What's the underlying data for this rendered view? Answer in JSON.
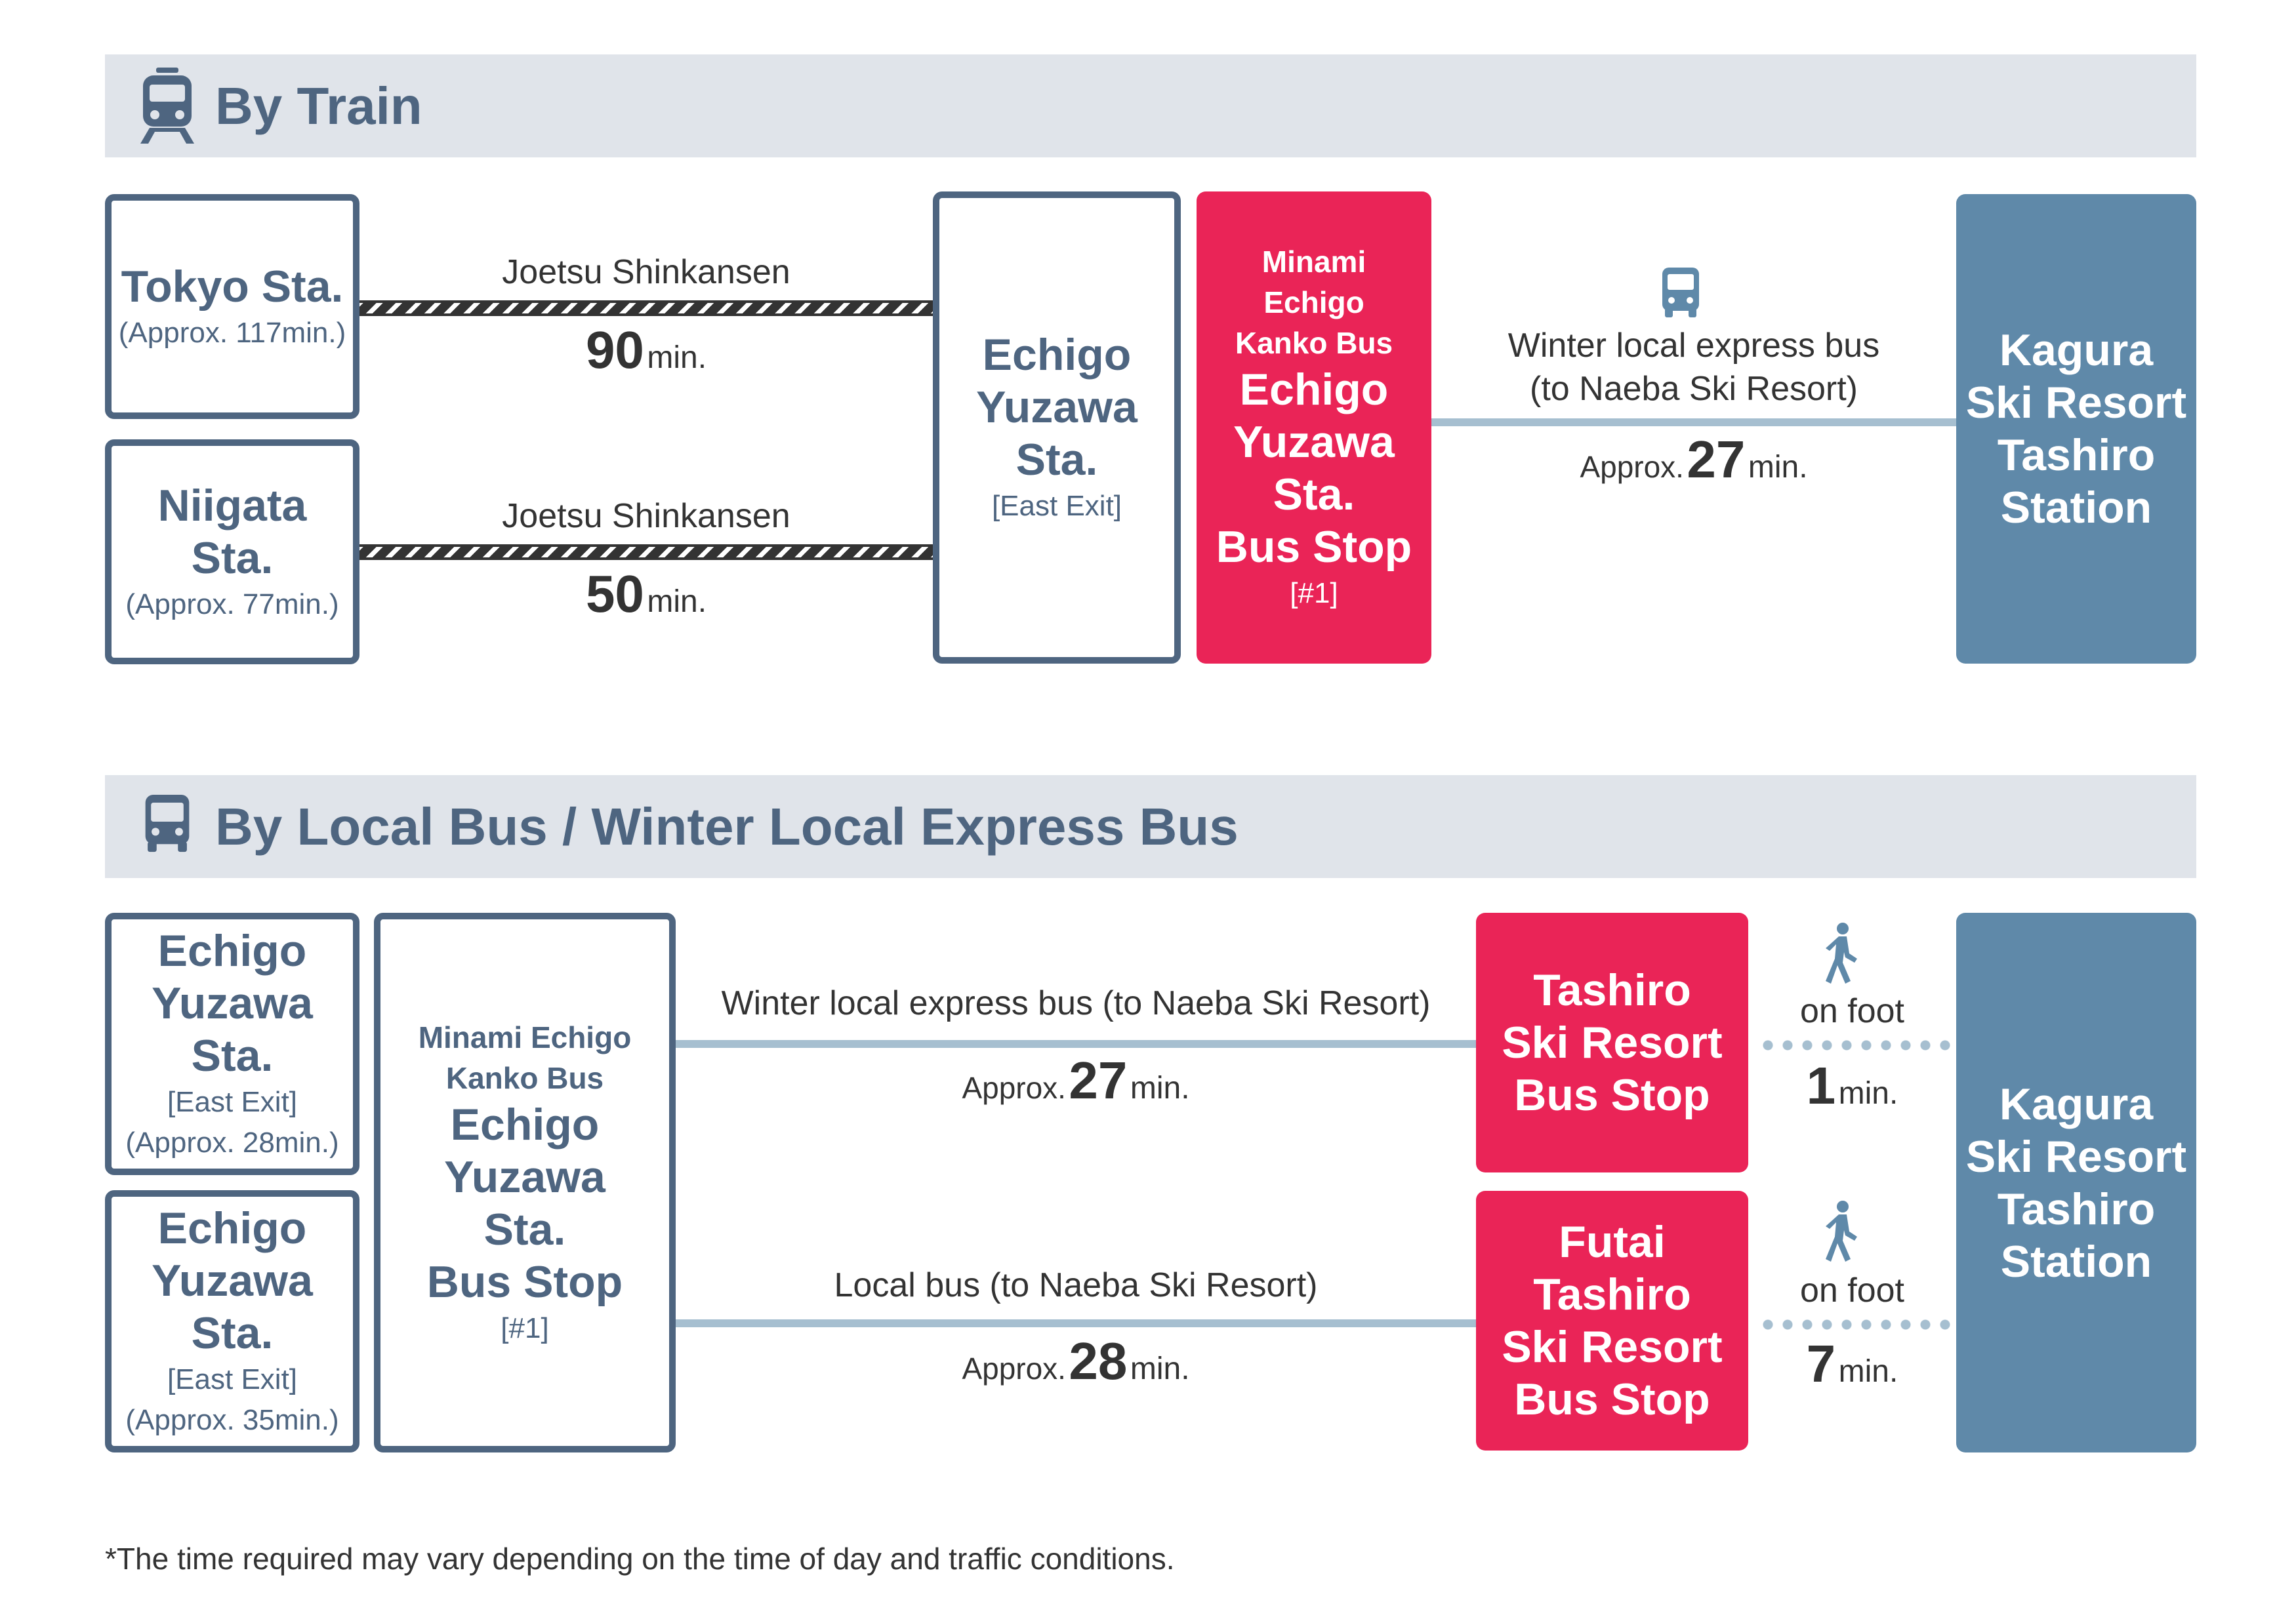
{
  "sections": {
    "train": {
      "title": "By Train",
      "icon": "train-icon"
    },
    "bus": {
      "title": "By Local Bus / Winter Local Express Bus",
      "icon": "bus-icon"
    }
  },
  "train": {
    "tokyo": {
      "name": "Tokyo Sta.",
      "approx": "(Approx. 117min.)"
    },
    "niigata": {
      "name": "Niigata Sta.",
      "approx": "(Approx. 77min.)"
    },
    "route1": {
      "label": "Joetsu Shinkansen",
      "num": "90",
      "unit": "min."
    },
    "route2": {
      "label": "Joetsu Shinkansen",
      "num": "50",
      "unit": "min."
    },
    "echigo": {
      "line1": "Echigo",
      "line2": "Yuzawa Sta.",
      "exit": "[East Exit]"
    },
    "busstop": {
      "operator1": "Minami",
      "operator2": "Echigo",
      "operator3": "Kanko Bus",
      "line1": "Echigo",
      "line2": "Yuzawa Sta.",
      "line3": "Bus Stop",
      "num": "[#1]"
    },
    "express": {
      "label1": "Winter local express bus",
      "label2": "(to Naeba Ski Resort)",
      "approx": "Approx.",
      "num": "27",
      "unit": "min."
    },
    "dest": {
      "line1": "Kagura",
      "line2": "Ski Resort",
      "line3": "Tashiro",
      "line4": "Station"
    }
  },
  "bus": {
    "origin1": {
      "line1": "Echigo",
      "line2": "Yuzawa Sta.",
      "exit": "[East Exit]",
      "approx": "(Approx. 28min.)"
    },
    "origin2": {
      "line1": "Echigo",
      "line2": "Yuzawa Sta.",
      "exit": "[East Exit]",
      "approx": "(Approx. 35min.)"
    },
    "busstop": {
      "operator1": "Minami Echigo",
      "operator2": "Kanko Bus",
      "line1": "Echigo Yuzawa",
      "line2": "Sta.",
      "line3": "Bus Stop",
      "num": "[#1]"
    },
    "route1": {
      "label": "Winter local express bus (to Naeba Ski Resort)",
      "approx": "Approx.",
      "num": "27",
      "unit": "min."
    },
    "route2": {
      "label": "Local bus (to Naeba Ski Resort)",
      "approx": "Approx.",
      "num": "28",
      "unit": "min."
    },
    "stop1": {
      "line1": "Tashiro",
      "line2": "Ski Resort",
      "line3": "Bus Stop"
    },
    "stop2": {
      "line1": "Futai Tashiro",
      "line2": "Ski Resort",
      "line3": "Bus Stop"
    },
    "walk1": {
      "label": "on foot",
      "num": "1",
      "unit": "min."
    },
    "walk2": {
      "label": "on foot",
      "num": "7",
      "unit": "min."
    },
    "dest": {
      "line1": "Kagura",
      "line2": "Ski Resort",
      "line3": "Tashiro",
      "line4": "Station"
    }
  },
  "footnote": "*The time required may vary depending on the time of day and traffic conditions.",
  "colors": {
    "navy": "#4e6580",
    "red": "#ea2457",
    "blue": "#5f89a9",
    "line": "#a6bfd0",
    "band": "#e0e4ea"
  }
}
